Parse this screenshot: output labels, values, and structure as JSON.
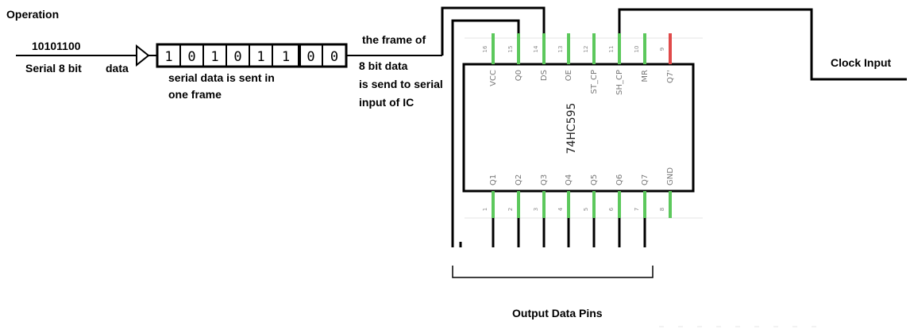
{
  "labels": {
    "operation": "Operation",
    "binary": "10101100",
    "serial": "Serial 8 bit",
    "data": "data",
    "frame_note_1": "serial data is sent in",
    "frame_note_2": "one frame",
    "frame_of_1": "the frame of",
    "frame_of_2": "8 bit   data",
    "frame_of_3": "is send to serial",
    "frame_of_4": "input of IC",
    "clock": "Clock Input",
    "output_pins": "Output Data Pins"
  },
  "frame_bits": [
    "1",
    "0",
    "1",
    "0",
    "1",
    "1",
    "0",
    "0"
  ],
  "chip": {
    "name": "74HC595",
    "top_pins": [
      {
        "num": "16",
        "name": "VCC"
      },
      {
        "num": "15",
        "name": "Q0"
      },
      {
        "num": "14",
        "name": "DS"
      },
      {
        "num": "13",
        "name": "OE"
      },
      {
        "num": "12",
        "name": "ST_CP"
      },
      {
        "num": "11",
        "name": "SH_CP"
      },
      {
        "num": "10",
        "name": "MR"
      },
      {
        "num": "9",
        "name": "Q7'"
      }
    ],
    "bottom_pins": [
      {
        "num": "1",
        "name": "Q1"
      },
      {
        "num": "2",
        "name": "Q2"
      },
      {
        "num": "3",
        "name": "Q3"
      },
      {
        "num": "4",
        "name": "Q4"
      },
      {
        "num": "5",
        "name": "Q5"
      },
      {
        "num": "6",
        "name": "Q6"
      },
      {
        "num": "7",
        "name": "Q7"
      },
      {
        "num": "8",
        "name": "GND"
      }
    ]
  },
  "colors": {
    "pin_green": "#5cc85c",
    "pin_red": "#e04a4a",
    "wire": "#000000"
  }
}
